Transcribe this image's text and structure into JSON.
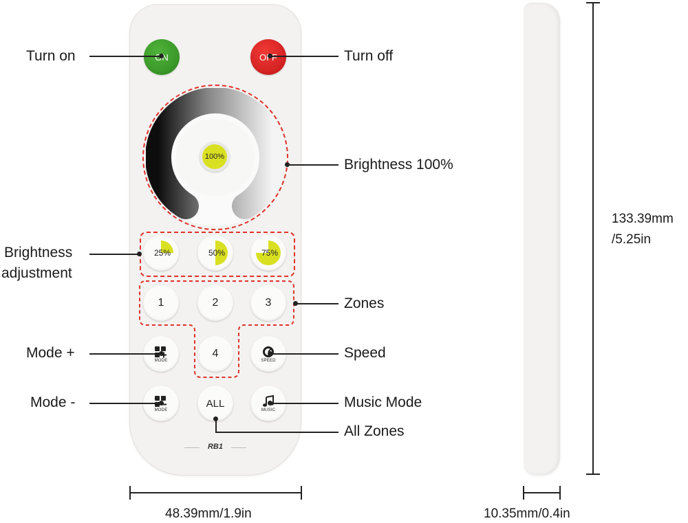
{
  "remote": {
    "on_label": "ON",
    "off_label": "OFF",
    "center_label": "100%",
    "presets": [
      "25%",
      "50%",
      "75%"
    ],
    "zones": [
      "1",
      "2",
      "3",
      "4"
    ],
    "mode_plus_caption": "MODE",
    "mode_minus_caption": "MODE",
    "speed_caption": "SPEED",
    "music_caption": "MUSIC",
    "all_label": "ALL",
    "brand": "RB1"
  },
  "callouts": {
    "turn_on": "Turn on",
    "turn_off": "Turn off",
    "brightness_100": "Brightness 100%",
    "brightness_adjustment_1": "Brightness",
    "brightness_adjustment_2": "adjustment",
    "zones": "Zones",
    "mode_plus": "Mode +",
    "speed": "Speed",
    "mode_minus": "Mode -",
    "music_mode": "Music Mode",
    "all_zones": "All Zones"
  },
  "dimensions": {
    "width": "48.39mm/1.9in",
    "height_1": "133.39mm",
    "height_2": "/5.25in",
    "depth": "10.35mm/0.4in"
  },
  "colors": {
    "on": "#3a9e28",
    "off": "#dc1f1f",
    "accent_yellow": "#d9e021",
    "dashed": "#e0302a"
  }
}
